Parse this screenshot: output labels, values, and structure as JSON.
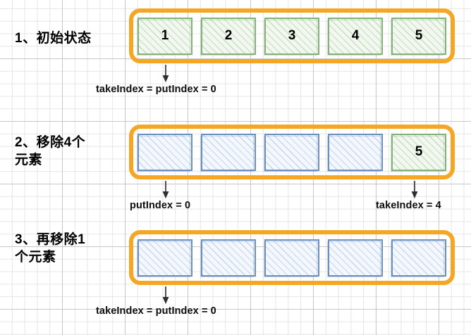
{
  "diagram": {
    "title_hidden": "ArrayBlockingQueue takeIndex / putIndex 环形数组示意",
    "colors": {
      "container_border": "#f5a623",
      "cell_filled_border": "#83b179",
      "cell_filled_fill": "#f2f8f0",
      "cell_empty_border": "#6b8fc0",
      "cell_empty_fill": "#f4f8fd",
      "arrow": "#3f3f3f",
      "text": "#000000",
      "grid_minor": "#e1e1e1",
      "grid_major": "#bebebe"
    },
    "steps": [
      {
        "label": "1、初始状态",
        "cells": [
          {
            "value": "1",
            "state": "filled"
          },
          {
            "value": "2",
            "state": "filled"
          },
          {
            "value": "3",
            "state": "filled"
          },
          {
            "value": "4",
            "state": "filled"
          },
          {
            "value": "5",
            "state": "filled"
          }
        ],
        "annotations": [
          {
            "text": "takeIndex = putIndex = 0",
            "points_to_cell": 0
          }
        ]
      },
      {
        "label": "2、移除4个\n元素",
        "cells": [
          {
            "value": "",
            "state": "empty"
          },
          {
            "value": "",
            "state": "empty"
          },
          {
            "value": "",
            "state": "empty"
          },
          {
            "value": "",
            "state": "empty"
          },
          {
            "value": "5",
            "state": "filled"
          }
        ],
        "annotations": [
          {
            "text": "putIndex = 0",
            "points_to_cell": 0
          },
          {
            "text": "takeIndex = 4",
            "points_to_cell": 4
          }
        ]
      },
      {
        "label": "3、再移除1\n个元素",
        "cells": [
          {
            "value": "",
            "state": "empty"
          },
          {
            "value": "",
            "state": "empty"
          },
          {
            "value": "",
            "state": "empty"
          },
          {
            "value": "",
            "state": "empty"
          },
          {
            "value": "",
            "state": "empty"
          }
        ],
        "annotations": [
          {
            "text": "takeIndex = putIndex = 0",
            "points_to_cell": 0
          }
        ]
      }
    ]
  }
}
